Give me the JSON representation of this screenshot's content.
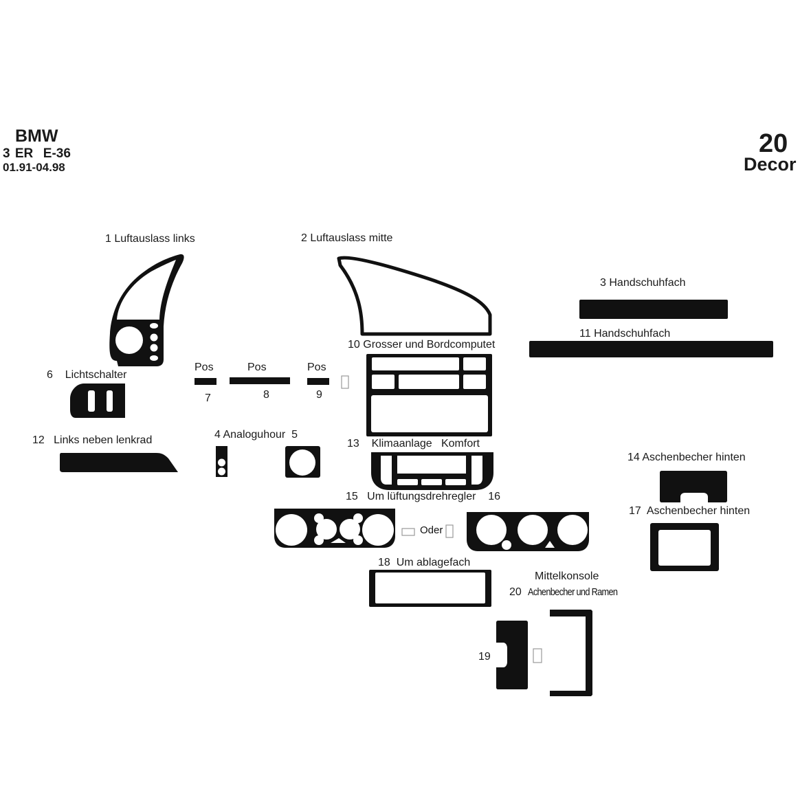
{
  "header_left": {
    "brand": "BMW",
    "model": "3 ER  E-36",
    "years": "01.91-04.98"
  },
  "header_right": {
    "count": "20",
    "subtitle": "Decor"
  },
  "parts": [
    {
      "number": "1",
      "label": "Luftauslass links"
    },
    {
      "number": "2",
      "label": "Luftauslass mitte"
    },
    {
      "number": "3",
      "label": "Handschuhfach"
    },
    {
      "number": "4",
      "label": "Analoguhour"
    },
    {
      "number": "5",
      "label": ""
    },
    {
      "number": "6",
      "label": "Lichtschalter"
    },
    {
      "number": "7",
      "label": "Pos"
    },
    {
      "number": "8",
      "label": "Pos"
    },
    {
      "number": "9",
      "label": "Pos"
    },
    {
      "number": "10",
      "label": "Grosser und Bordcomputet"
    },
    {
      "number": "11",
      "label": "Handschuhfach"
    },
    {
      "number": "12",
      "label": "Links neben lenkrad"
    },
    {
      "number": "13",
      "label": "Klimaanlage",
      "label2": "Komfort"
    },
    {
      "number": "14",
      "label": "Aschenbecher hinten"
    },
    {
      "number": "15",
      "label": "Um lüftungsdrehregler"
    },
    {
      "number": "16",
      "label": ""
    },
    {
      "number": "17",
      "label": "Aschenbecher hinten"
    },
    {
      "number": "18",
      "label": "Um ablagefach"
    },
    {
      "number": "19",
      "label": ""
    },
    {
      "number": "20",
      "label": "Achenbecher und Ramen",
      "group": "Mittelkonsole"
    }
  ],
  "or_label": "Oder",
  "colors": {
    "part": "#111111",
    "background": "#ffffff",
    "ghost": "#9a9a9a"
  }
}
